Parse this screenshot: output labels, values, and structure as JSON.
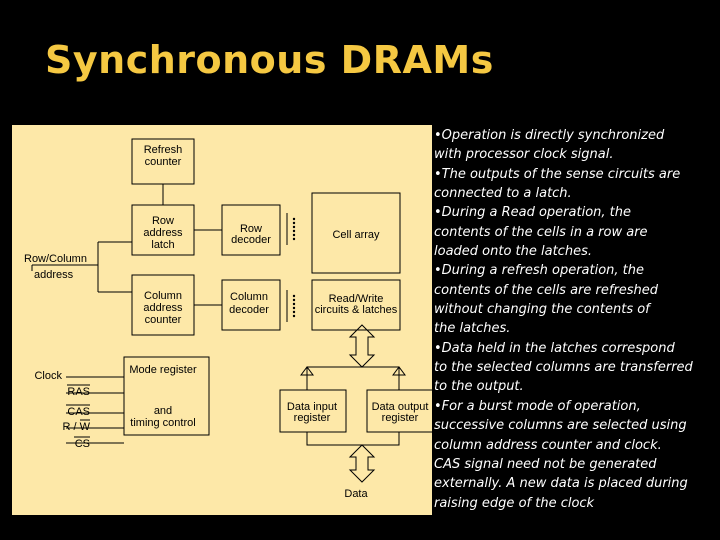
{
  "slide": {
    "title": "Synchronous DRAMs"
  },
  "diagram": {
    "refresh_counter": [
      "Refresh",
      "counter"
    ],
    "row_address_latch": [
      "Row",
      "address",
      "latch"
    ],
    "row_decoder": [
      "Row",
      "decoder"
    ],
    "cell_array": "Cell array",
    "row_column_address": [
      "Row/Column",
      "address"
    ],
    "column_address_counter": [
      "Column",
      "address",
      "counter"
    ],
    "column_decoder": [
      "Column",
      "decoder"
    ],
    "read_write_circuits": [
      "Read/Write",
      "circuits & latches"
    ],
    "signals": {
      "clock": "Clock",
      "ras": "RAS",
      "cas": "CAS",
      "rw": "R / W",
      "cs": "CS"
    },
    "mode_register": [
      "Mode register",
      "and",
      "timing control"
    ],
    "data_input_register": [
      "Data input",
      "register"
    ],
    "data_output_register": [
      "Data output",
      "register"
    ],
    "data": "Data"
  },
  "bullets": [
    "•Operation is directly synchronized",
    "with processor clock signal.",
    "•The outputs of the sense circuits are",
    "connected to a latch.",
    "•During a Read operation, the",
    "contents of the cells in a row are",
    "loaded onto the latches.",
    "•During a refresh operation, the",
    "contents of the cells are refreshed",
    "without changing the contents of",
    " the latches.",
    "•Data held in the latches correspond",
    "to the selected columns are transferred",
    "to the output.",
    "•For a burst mode of operation,",
    "successive columns are selected using",
    "column address counter and clock.",
    "CAS signal need not be generated",
    "externally. A new data is placed during",
    "raising edge of the clock"
  ]
}
